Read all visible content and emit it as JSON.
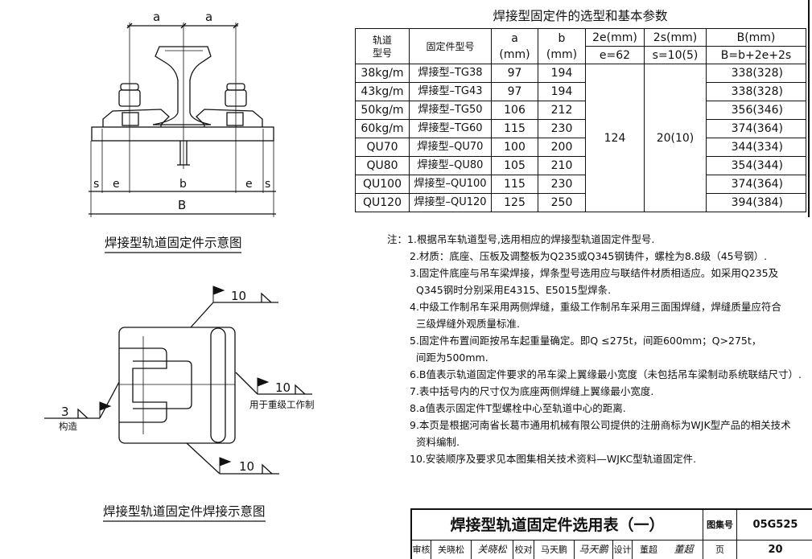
{
  "drawing1": {
    "caption": "焊接型轨道固定件示意图",
    "labels": {
      "a1": "a",
      "a2": "a",
      "s1": "s",
      "e1": "e",
      "b": "b",
      "e2": "e",
      "s2": "s",
      "B": "B"
    }
  },
  "drawing2": {
    "caption": "焊接型轨道固定件焊接示意图",
    "weld_top": "10",
    "weld_right": "10",
    "weld_right_note": "用于重级工作制",
    "weld_left": "3",
    "weld_left_note": "构造",
    "weld_bottom": "10"
  },
  "table": {
    "title": "焊接型固定件的选型和基本参数",
    "headers": {
      "rail": "轨道\n型号",
      "model": "固定件型号",
      "a": "a",
      "a_unit": "(mm)",
      "b": "b",
      "b_unit": "(mm)",
      "e2": "2e(mm)",
      "e2_sub": "e=62",
      "s2": "2s(mm)",
      "s2_sub": "s=10(5)",
      "B": "B(mm)",
      "B_sub": "B=b+2e+2s"
    },
    "shared_2e": "124",
    "shared_2s": "20(10)",
    "rows": [
      {
        "rail": "38kg/m",
        "model": "焊接型–TG38",
        "a": "97",
        "b": "194",
        "B": "338(328)"
      },
      {
        "rail": "43kg/m",
        "model": "焊接型–TG43",
        "a": "97",
        "b": "194",
        "B": "338(328)"
      },
      {
        "rail": "50kg/m",
        "model": "焊接型–TG50",
        "a": "106",
        "b": "212",
        "B": "356(346)"
      },
      {
        "rail": "60kg/m",
        "model": "焊接型–TG60",
        "a": "115",
        "b": "230",
        "B": "374(364)"
      },
      {
        "rail": "QU70",
        "model": "焊接型–QU70",
        "a": "100",
        "b": "200",
        "B": "344(334)"
      },
      {
        "rail": "QU80",
        "model": "焊接型–QU80",
        "a": "105",
        "b": "210",
        "B": "354(344)"
      },
      {
        "rail": "QU100",
        "model": "焊接型–QU100",
        "a": "115",
        "b": "230",
        "B": "374(364)"
      },
      {
        "rail": "QU120",
        "model": "焊接型–QU120",
        "a": "125",
        "b": "250",
        "B": "394(384)"
      }
    ]
  },
  "notes": {
    "prefix": "注：",
    "lines": [
      "1.根据吊车轨道型号,选用相应的焊接型轨道固定件型号.",
      "2.材质：底座、压板及调整板为Q235或Q345钢铸件，螺栓为8.8级（45号钢）.",
      "3.固定件底座与吊车梁焊接，焊条型号选用应与联结件材质相适应。如采用Q235及",
      "Q345钢时分别采用E4315、E5015型焊条.",
      "4.中级工作制吊车采用两侧焊缝，重级工作制吊车采用三面围焊缝，焊缝质量应符合",
      "三级焊缝外观质量标准.",
      "5.固定件布置间距按吊车起重量确定。即Q ≤275t，间距600mm；Q>275t，",
      "间距为500mm.",
      "6.B值表示轨道固定件要求的吊车梁上翼缘最小宽度（未包括吊车梁制动系统联结尺寸）.",
      "7.表中括号内的尺寸仅为底座两侧焊缝上翼缘最小宽度.",
      "8.a值表示固定件T型螺栓中心至轨道中心的距离.",
      "9.本页是根据河南省长葛市通用机械有限公司提供的注册商标为WJK型产品的相关技术",
      "资料编制.",
      "10.安装顺序及要求见本图集相关技术资料—WJKC型轨道固定件."
    ]
  },
  "title_block": {
    "title": "焊接型轨道固定件选用表（一）",
    "atlas_label": "图集号",
    "atlas_no": "05G525",
    "review_label": "审核",
    "reviewer": "关晓松",
    "reviewer_sign": "关晓松",
    "check_label": "校对",
    "checker": "马天鹏",
    "checker_sign": "马天鹏",
    "design_label": "设计",
    "designer": "董超",
    "designer_sign": "董超",
    "page_label": "页",
    "page_no": "20"
  }
}
